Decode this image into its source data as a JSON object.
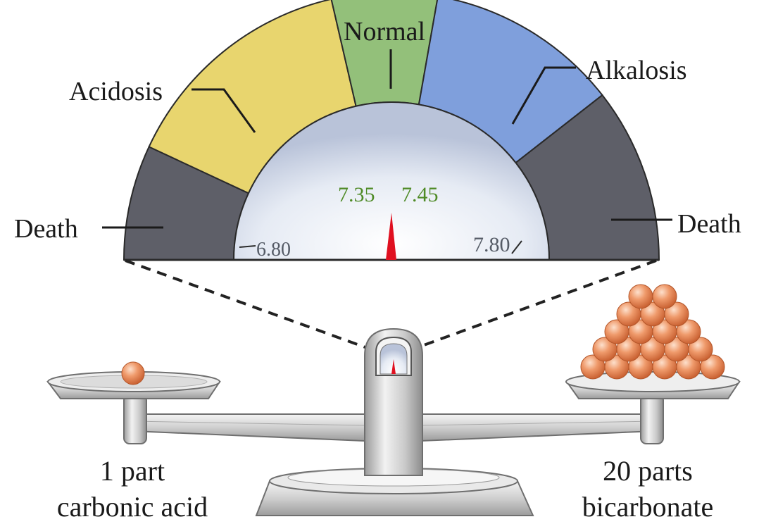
{
  "zones": {
    "death_left": "Death",
    "acidosis": "Acidosis",
    "normal": "Normal",
    "alkalosis": "Alkalosis",
    "death_right": "Death"
  },
  "ticks": {
    "t680": "6.80",
    "t735": "7.35",
    "t745": "7.45",
    "t780": "7.80"
  },
  "scale_labels": {
    "left_line1": "1 part",
    "left_line2": "carbonic acid",
    "right_line1": "20 parts",
    "right_line2": "bicarbonate"
  },
  "colors": {
    "death": "#5e5f68",
    "acidosis": "#e8d56e",
    "normal": "#93c07a",
    "alkalosis": "#7f9fdc",
    "normal_tick_text": "#4e8a25",
    "needle": "#e01020",
    "ball": "#e58a5a"
  },
  "weights": {
    "left_count": 1,
    "right_count": 20
  }
}
